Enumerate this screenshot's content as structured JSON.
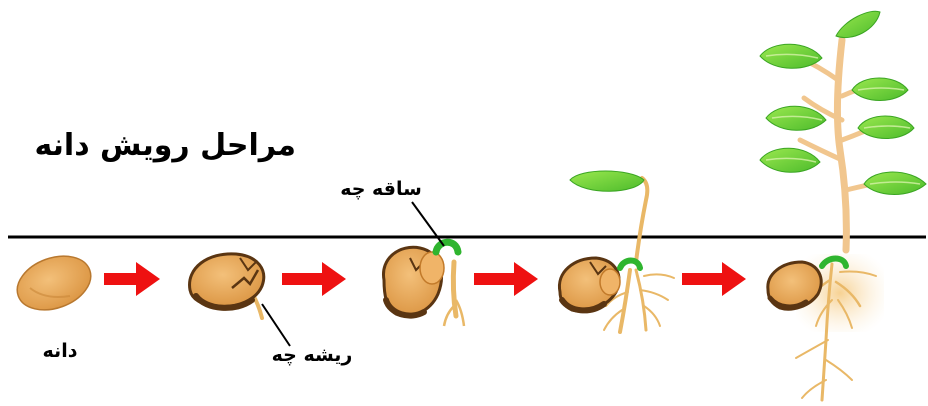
{
  "title": "مراحل رویش دانه",
  "labels": {
    "seed": "دانه",
    "radicle": "ریشه چه",
    "hypocotyl": "ساقه چه"
  },
  "colors": {
    "seed": "#e9a857",
    "seed_edge": "#5a3512",
    "seed_dark": "#8a5020",
    "root": "#e9b867",
    "arrow": "#ee1111",
    "leaf": "#7ad83a",
    "leaf_edge": "#3aa522",
    "hook": "#2fb52f",
    "soil_line": "#000000"
  },
  "stages": [
    {
      "name": "seed"
    },
    {
      "name": "radicle-emerges"
    },
    {
      "name": "hypocotyl-emerges"
    },
    {
      "name": "seedling"
    },
    {
      "name": "young-plant"
    }
  ]
}
